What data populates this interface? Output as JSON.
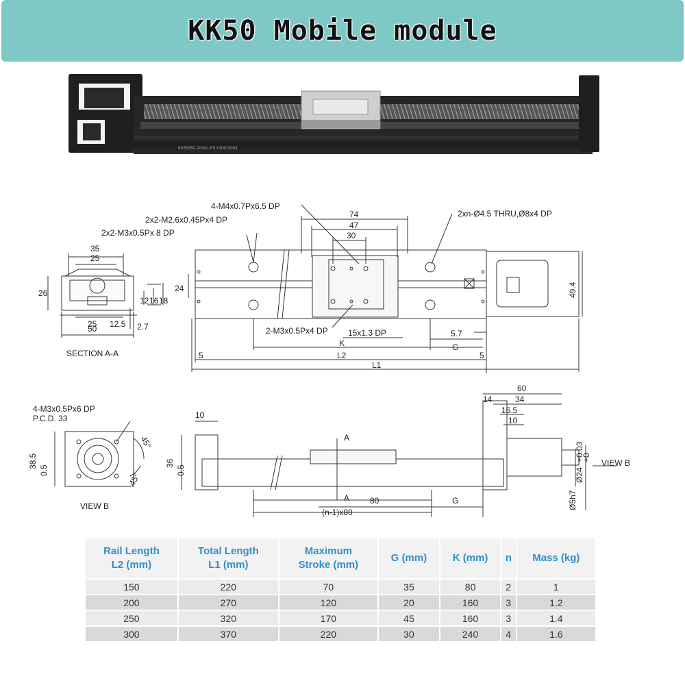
{
  "banner": {
    "title": "KK50 Mobile module"
  },
  "photo": {
    "label": "KK5005C-200A1-F0 Y20622003"
  },
  "drawing": {
    "section_label": "SECTION A-A",
    "view_b_label": "VIEW B",
    "view_b_arrow_label": "VIEW B",
    "section_dims": {
      "d35": "35",
      "d25_top": "25",
      "d26": "26",
      "d24": "24",
      "d12": "12",
      "d16": "16",
      "d18": "18",
      "d25_bot": "25",
      "d12_5": "12.5",
      "d2_7": "2.7",
      "d50": "50"
    },
    "top_callouts": {
      "m4": "4-M4x0.7Px6.5 DP",
      "m26": "2x2-M2.6x0.45Px4 DP",
      "m3": "2x2-M3x0.5Px 8 DP",
      "thru": "2xn-Ø4.5 THRU,Ø8x4 DP",
      "m3_bottom": "2-M3x0.5Px4 DP",
      "pitch": "15x1.3 DP"
    },
    "top_dims": {
      "d74": "74",
      "d47": "47",
      "d30": "30",
      "d49_4": "49.4",
      "d5_7": "5.7",
      "k": "K",
      "g": "G",
      "d5_left": "5",
      "d5_right": "5",
      "l2": "L2",
      "l1": "L1"
    },
    "viewb_dims": {
      "callout": "4-M3x0.5Px6 DP",
      "pcd": "P.C.D. 33",
      "d38_5": "38.5",
      "d0_5": "0.5",
      "a45_top": "45°",
      "a45_bot": "45°"
    },
    "side_dims": {
      "d10": "10",
      "d36": "36",
      "d0_5": "0.5",
      "section_a_top": "A",
      "section_a_bot": "A",
      "d80": "80",
      "g": "G",
      "pitch": "(n-1)x80",
      "d60": "60",
      "d14": "14",
      "d34": "34",
      "d16_5": "16.5",
      "d10_r": "10",
      "shaft": "Ø24",
      "tol_up": "+0.03",
      "tol_dn": "+0",
      "d5h7": "Ø5h7"
    }
  },
  "table": {
    "headers": [
      [
        "Rail Length",
        "L2 (mm)"
      ],
      [
        "Total Length",
        "L1 (mm)"
      ],
      [
        "Maximum",
        "Stroke (mm)"
      ],
      [
        "G (mm)"
      ],
      [
        "K (mm)"
      ],
      [
        "n"
      ],
      [
        "Mass (kg)"
      ]
    ],
    "rows": [
      [
        "150",
        "220",
        "70",
        "35",
        "80",
        "2",
        "1"
      ],
      [
        "200",
        "270",
        "120",
        "20",
        "160",
        "3",
        "1.2"
      ],
      [
        "250",
        "320",
        "170",
        "45",
        "160",
        "3",
        "1.4"
      ],
      [
        "300",
        "370",
        "220",
        "30",
        "240",
        "4",
        "1.6"
      ]
    ]
  },
  "colors": {
    "banner": "#7ec8c6",
    "header_text": "#2f8fc7",
    "module_body": "#1e1e1e",
    "carriage": "#c8c8c8"
  }
}
